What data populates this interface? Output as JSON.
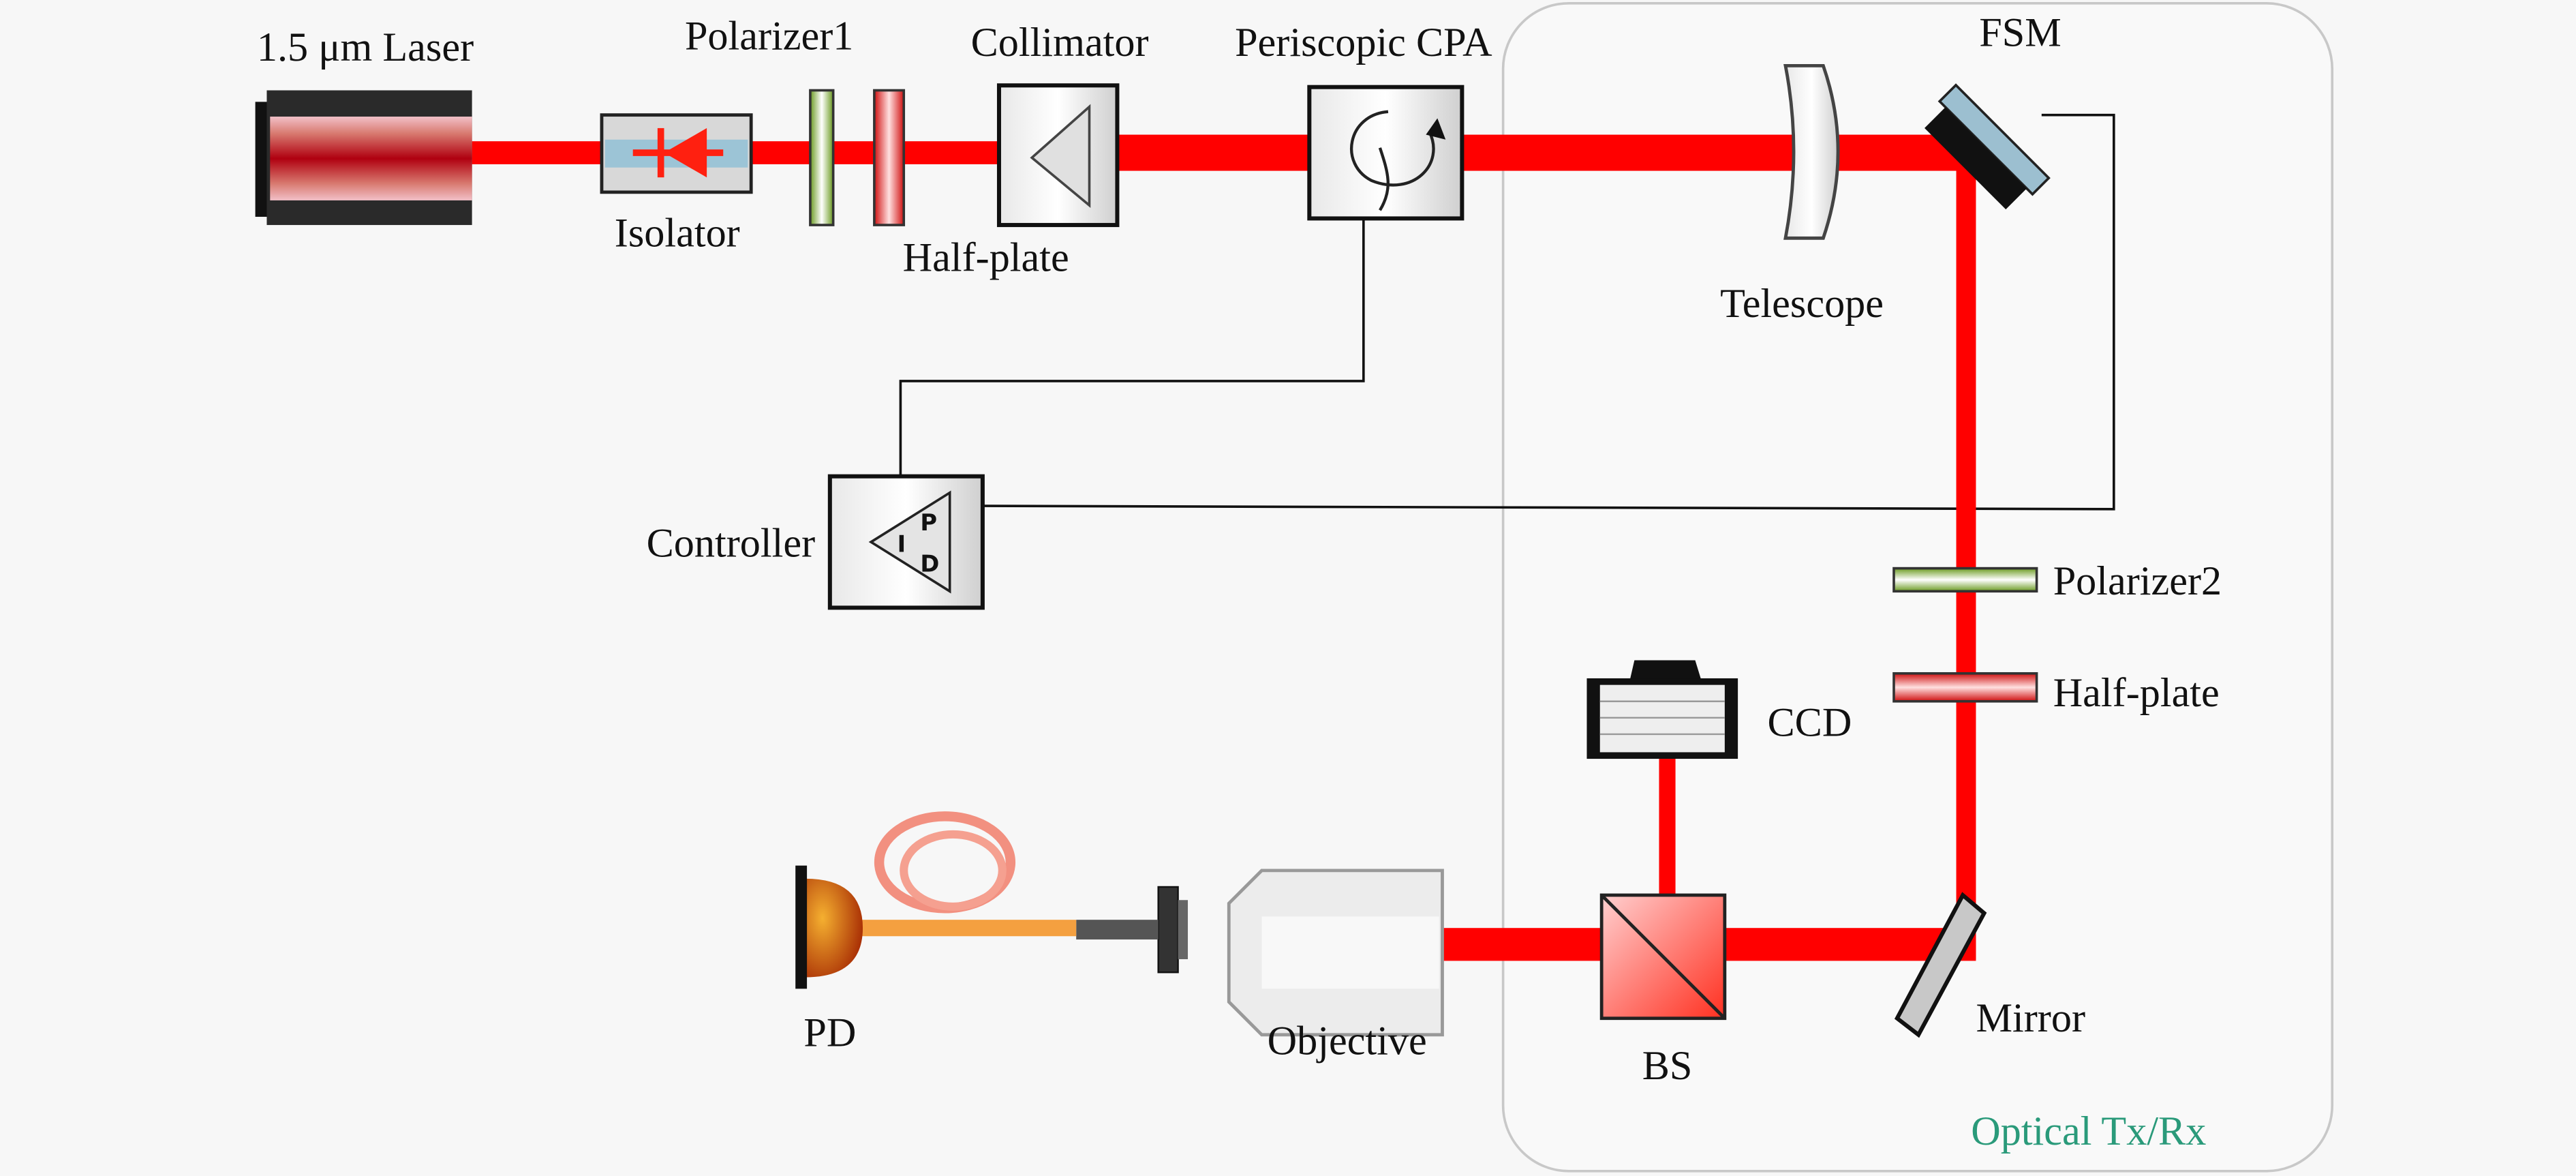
{
  "labels": {
    "laser": "1.5 μm Laser",
    "isolator": "Isolator",
    "polarizer1": "Polarizer1",
    "half_plate_1": "Half-plate",
    "collimator": "Collimator",
    "periscopic_cpa": "Periscopic CPA",
    "fsm": "FSM",
    "telescope": "Telescope",
    "controller": "Controller",
    "polarizer2": "Polarizer2",
    "half_plate_2": "Half-plate",
    "ccd": "CCD",
    "pd": "PD",
    "objective": "Objective",
    "bs": "BS",
    "mirror": "Mirror",
    "optical_txrx": "Optical Tx/Rx"
  },
  "controller_glyphs": {
    "p": "P",
    "i": "I",
    "d": "D"
  },
  "colors": {
    "beam": "#ff0000",
    "polarizer": "#8cc63f",
    "half_plate": "#e83020",
    "group_label": "#2a9a7a",
    "group_border": "#c8c8c8"
  }
}
